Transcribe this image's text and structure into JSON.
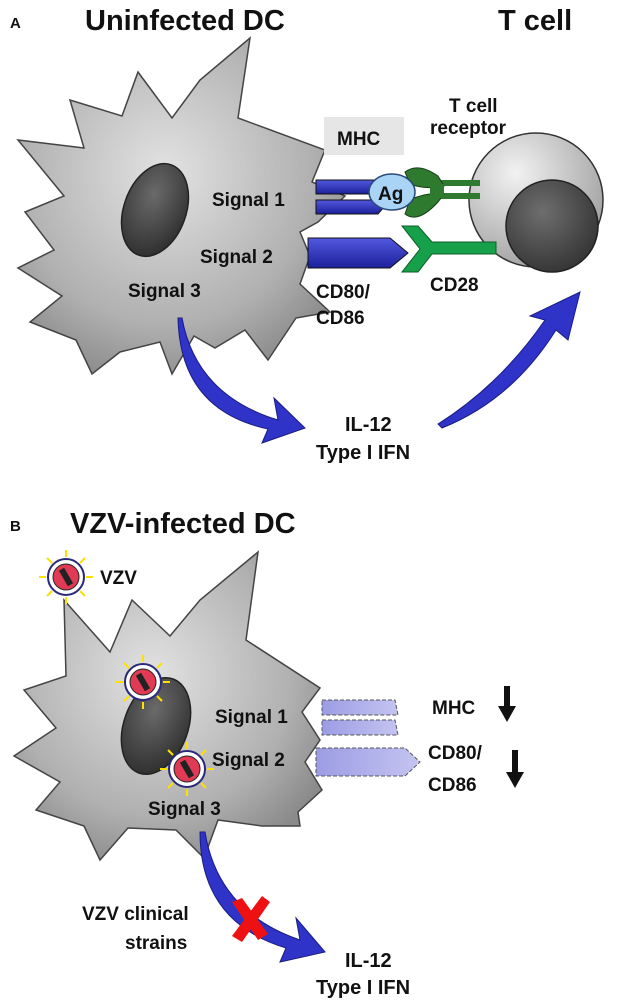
{
  "panel_a": {
    "letter": "A",
    "title": "Uninfected DC",
    "t_cell_title": "T cell",
    "labels": {
      "mhc": "MHC",
      "t_cell_receptor_1": "T cell",
      "t_cell_receptor_2": "receptor",
      "ag": "Ag",
      "signal1": "Signal 1",
      "signal2": "Signal 2",
      "signal3": "Signal 3",
      "cd80": "CD80/",
      "cd86": "CD86",
      "cd28": "CD28",
      "il12": "IL-12",
      "ifn": "Type I IFN"
    }
  },
  "panel_b": {
    "letter": "B",
    "title": "VZV-infected DC",
    "labels": {
      "vzv": "VZV",
      "signal1": "Signal 1",
      "signal2": "Signal 2",
      "signal3": "Signal 3",
      "mhc": "MHC",
      "cd80": "CD80/",
      "cd86": "CD86",
      "clinical_1": "VZV clinical",
      "clinical_2": "strains",
      "il12": "IL-12",
      "ifn": "Type I IFN"
    }
  },
  "colors": {
    "cell_gray": "#b5b5b5",
    "nucleus": "#444444",
    "receptor_blue": "#2b2fb8",
    "ag_light_blue": "#a9d4f5",
    "tcr_green": "#2e7a2e",
    "cd28_green": "#17a04a",
    "arrow_blue": "#2f33c8",
    "faded_blue": "#a8a8e8",
    "virus_red": "#e03a55",
    "cross_red": "#ee1111",
    "spike_yellow": "#ffe000"
  }
}
